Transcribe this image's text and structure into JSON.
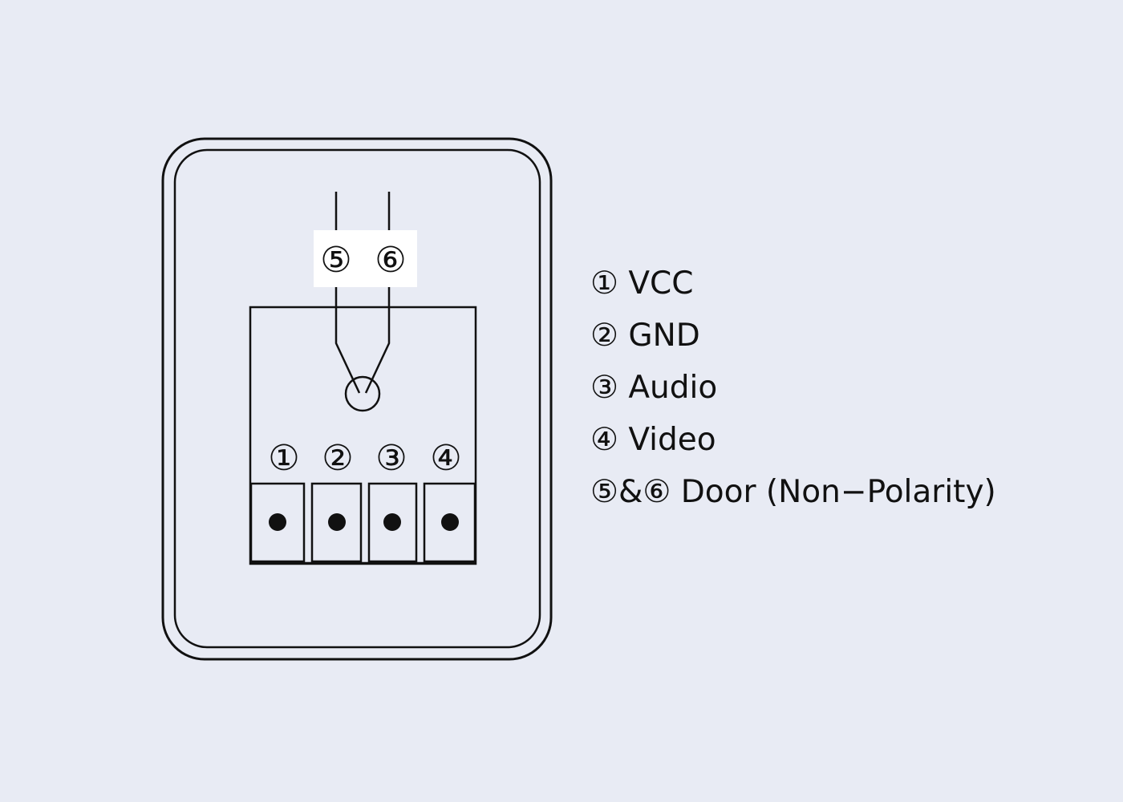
{
  "diagram": {
    "top_terminals": [
      "⑤",
      "⑥"
    ],
    "bottom_terminals": [
      "①",
      "②",
      "③",
      "④"
    ],
    "legend": [
      "① VCC",
      "② GND",
      "③ Audio",
      "④ Video",
      "⑤&⑥ Door (Non−Polarity)"
    ]
  },
  "colors": {
    "background": "#E8EBF4",
    "line": "#111111",
    "panel": "#E8EBF4",
    "label_box": "#FFFFFF"
  }
}
